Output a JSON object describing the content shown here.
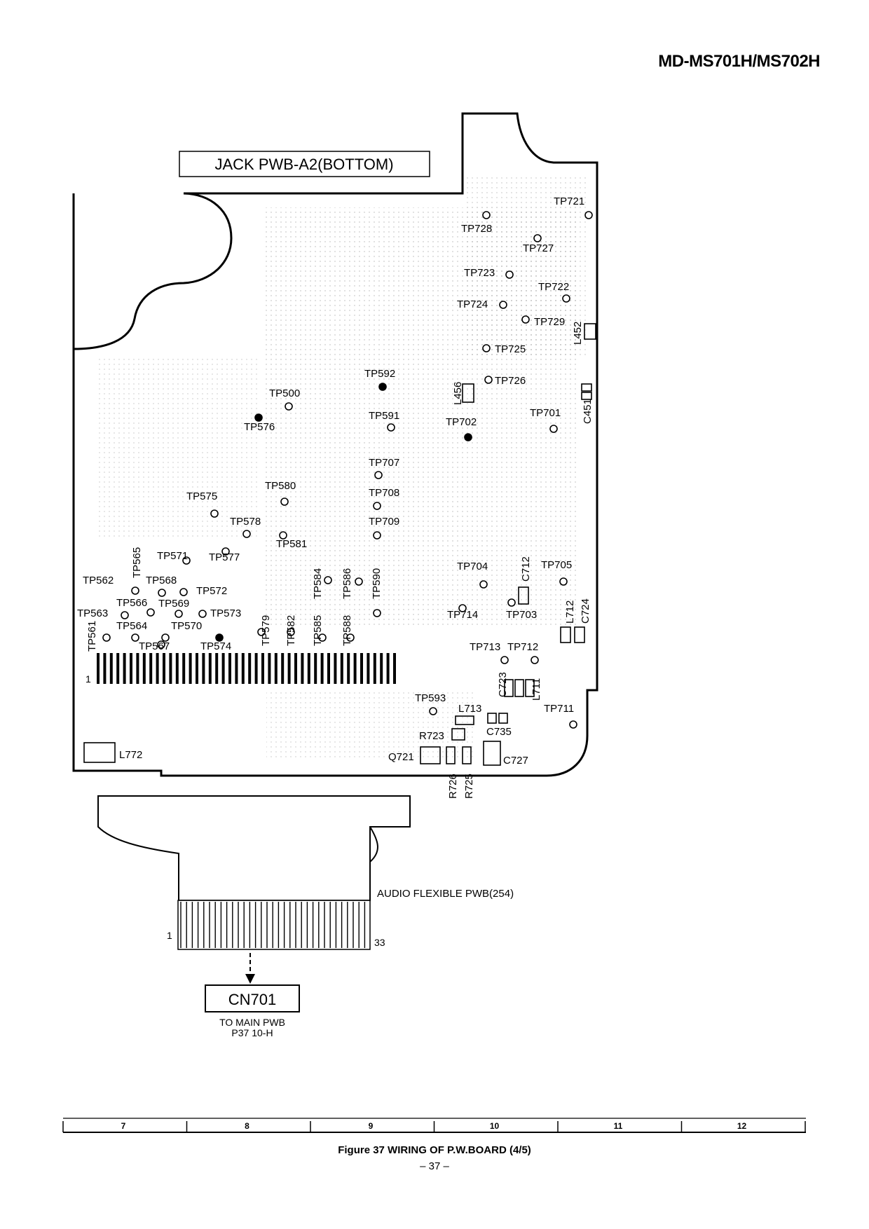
{
  "header": {
    "model": "MD-MS701H/MS702H"
  },
  "board": {
    "title": "JACK PWB-A2(BOTTOM)",
    "connector_pin_first": "1",
    "test_points": [
      "TP721",
      "TP728",
      "TP727",
      "TP723",
      "TP722",
      "TP724",
      "TP729",
      "TP725",
      "TP726",
      "TP592",
      "TP500",
      "TP576",
      "TP591",
      "TP702",
      "TP701",
      "TP707",
      "TP580",
      "TP708",
      "TP575",
      "TP709",
      "TP578",
      "TP581",
      "TP571",
      "TP577",
      "TP565",
      "TP562",
      "TP568",
      "TP572",
      "TP566",
      "TP569",
      "TP563",
      "TP573",
      "TP564",
      "TP570",
      "TP561",
      "TP567",
      "TP574",
      "TP579",
      "TP582",
      "TP584",
      "TP585",
      "TP586",
      "TP588",
      "TP590",
      "TP704",
      "TP705",
      "TP714",
      "TP703",
      "TP713",
      "TP712",
      "TP593",
      "TP711"
    ],
    "components": [
      "L452",
      "L456",
      "C451",
      "C712",
      "C724",
      "L712",
      "C723",
      "L711",
      "L713",
      "C735",
      "R723",
      "Q721",
      "R726",
      "R725",
      "C727",
      "L772"
    ]
  },
  "flex": {
    "label": "AUDIO FLEXIBLE PWB(254)",
    "pin_first": "1",
    "pin_last": "33"
  },
  "connector": {
    "name": "CN701",
    "dest_line1": "TO MAIN PWB",
    "dest_line2": "P37 10-H"
  },
  "grid_columns": [
    "7",
    "8",
    "9",
    "10",
    "11",
    "12"
  ],
  "caption": "Figure 37  WIRING OF P.W.BOARD (4/5)",
  "page_number": "– 37 –"
}
